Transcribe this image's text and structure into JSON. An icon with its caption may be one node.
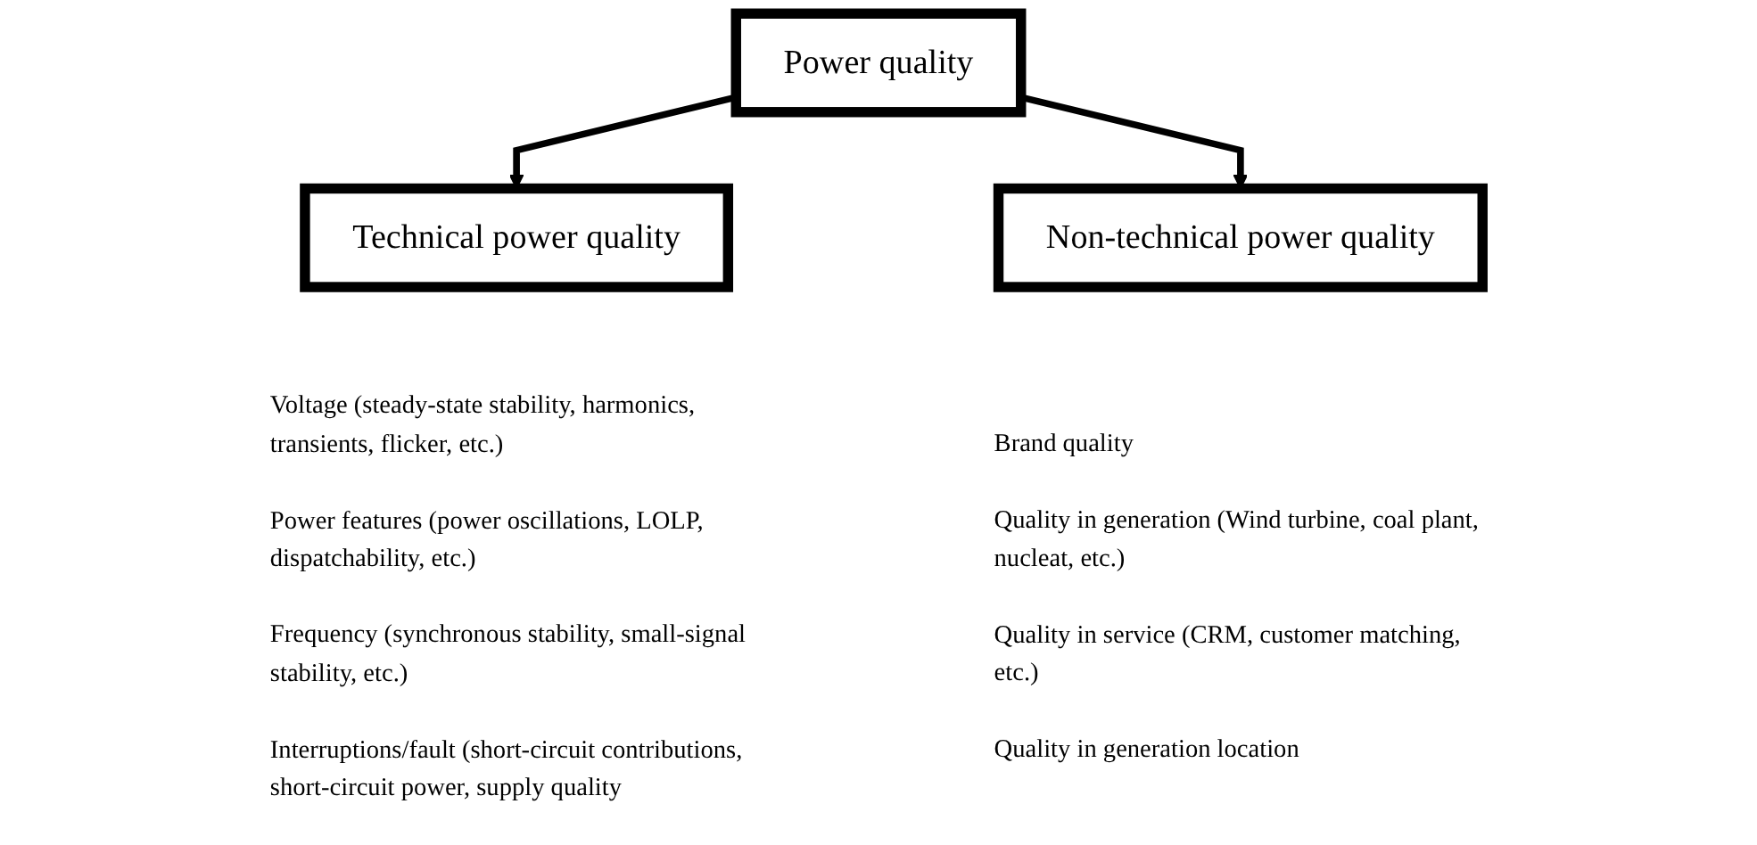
{
  "diagram": {
    "nodes": [
      {
        "text": [
          "Power quality"
        ]
      },
      {
        "text": [
          "Technical power quality"
        ],
        "beside": [
          "Voltage (steady-state stability, harmonics, transients, flicker, etc.)",
          "Power features (power oscillations, LOLP, dispatchability, etc.)",
          "Frequency (synchronous stability, small-signal stability, etc.)",
          "Interruptions/fault (short-circuit contributions, short-circuit power, supply quality"
        ]
      },
      {
        "text": [
          "Non-technical power quality"
        ],
        "beside": [
          "Brand quality",
          "Quality in generation (Wind turbine, coal plant, nucleat, etc.)",
          "Quality in service (CRM, customer matching, etc.)",
          "Quality in generation location"
        ]
      }
    ],
    "edges": [
      {
        "from": 0,
        "to": 1,
        "arrow": "to"
      },
      {
        "from": 0,
        "to": 2,
        "arrow": "to"
      }
    ]
  }
}
